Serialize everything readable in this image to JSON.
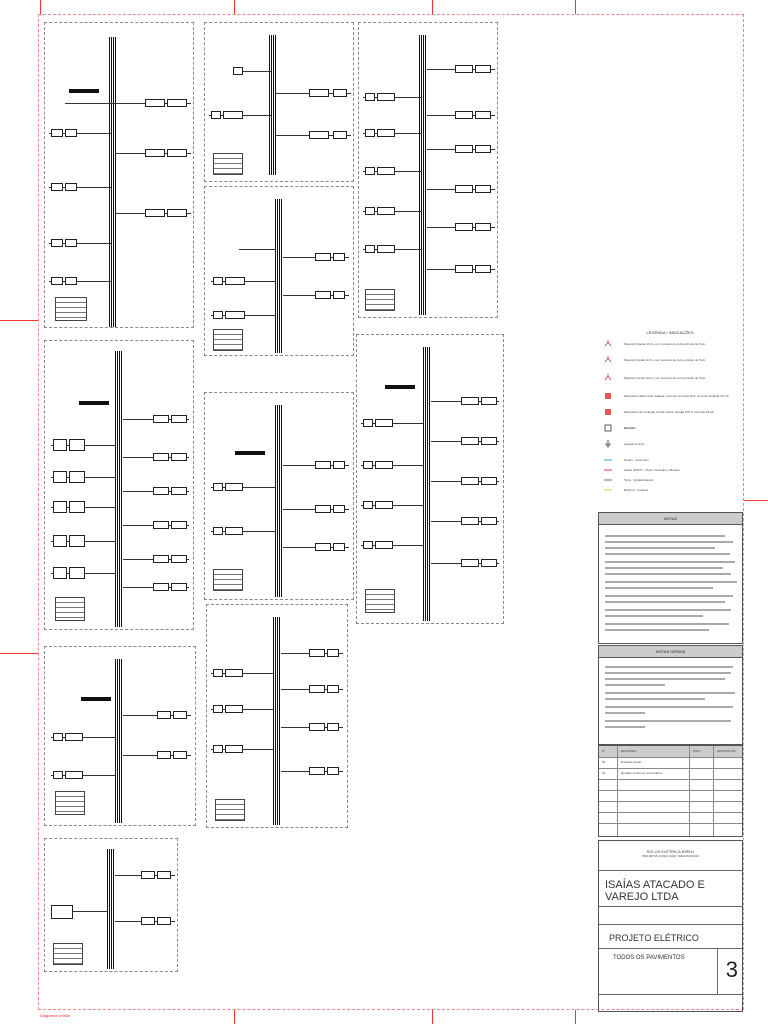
{
  "legend": {
    "title": "LEGENDA / INDICAÇÕES",
    "items": [
      {
        "text": "Disjuntor bipolar 16 A, com corrente de curto-circuito de 3 kA"
      },
      {
        "text": "Disjuntor tripolar 32 A, com corrente de curto-circuito de 5 kA"
      },
      {
        "text": "Disjuntor tripolar 40 A, com corrente de curto-circuito de 5 kA"
      },
      {
        "text": "Dispositivo diferencial residual, corrente nominal 40 A, corrente residual 30 mA"
      },
      {
        "text": "Dispositivo de proteção contra surtos, tensão 275 V, corrente 20 kA"
      },
      {
        "text": "Medidor"
      },
      {
        "text": "Ligação à terra"
      },
      {
        "text": "Neutro - Azul claro"
      },
      {
        "text": "Fases (R/S/T) - Preto, Vermelho e Branco"
      },
      {
        "text": "Terra - Verde/Amarelo"
      },
      {
        "text": "Retorno - Amarelo"
      }
    ]
  },
  "notes": {
    "title": "NOTAS",
    "general_title": "NOTAS GERAIS"
  },
  "revisions": {
    "headers": {
      "num": "Nº",
      "desc": "REVISÕES",
      "date": "DATA",
      "approval": "APROVAÇÃO"
    },
    "rows": [
      {
        "num": "00",
        "desc": "Emissão inicial",
        "date": "",
        "approval": ""
      },
      {
        "num": "01",
        "desc": "Revisão conforme comentários",
        "date": "",
        "approval": ""
      }
    ]
  },
  "title_block": {
    "company": "SOLUS ELÉTRICA EIRELI",
    "company_sub": "PROJETOS, EXECUÇÃO, MANUTENÇÃO",
    "client": "ISAÍAS ATACADO E VAREJO LTDA",
    "project": "PROJETO ELÉTRICO",
    "scope": "TODOS OS PAVIMENTOS",
    "sheet": "3"
  },
  "footer": "Diagrama unifilar"
}
